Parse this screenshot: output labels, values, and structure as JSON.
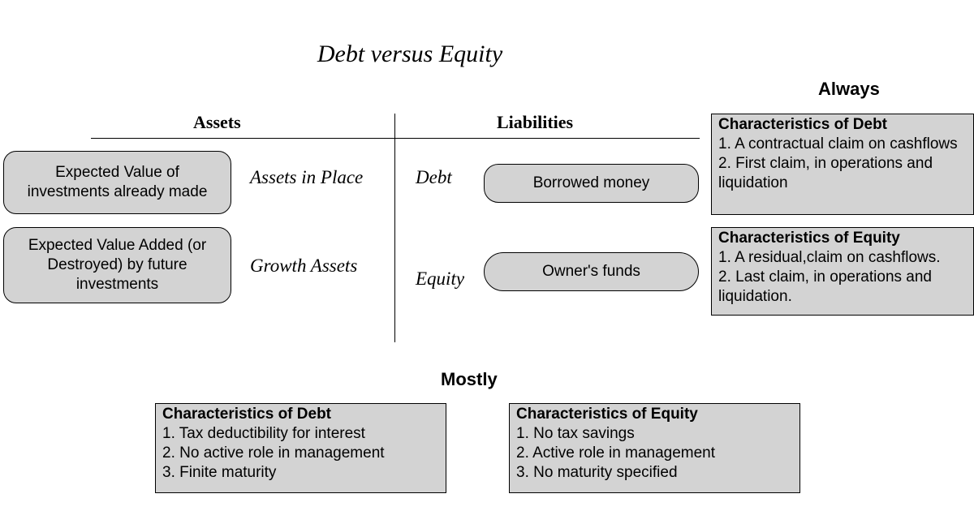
{
  "title": "Debt versus Equity",
  "balance_sheet": {
    "assets_header": "Assets",
    "liabilities_header": "Liabilities",
    "asset_rows": [
      {
        "pill": "Expected Value of investments already made",
        "label": "Assets in Place"
      },
      {
        "pill": "Expected Value Added (or Destroyed) by future investments",
        "label": "Growth Assets"
      }
    ],
    "liability_rows": [
      {
        "label": "Debt",
        "pill": "Borrowed money"
      },
      {
        "label": "Equity",
        "pill": "Owner's funds"
      }
    ]
  },
  "always": {
    "heading": "Always",
    "debt": {
      "title": "Characteristics of Debt",
      "items": [
        "1. A contractual claim on cashflows",
        "2. First claim, in operations and",
        "liquidation"
      ]
    },
    "equity": {
      "title": "Characteristics of Equity",
      "items": [
        "1. A residual,claim on cashflows.",
        "2. Last claim, in operations and",
        "liquidation."
      ]
    }
  },
  "mostly": {
    "heading": "Mostly",
    "debt": {
      "title": "Characteristics of Debt",
      "items": [
        "1. Tax deductibility for interest",
        "2. No active role in management",
        "3. Finite maturity"
      ]
    },
    "equity": {
      "title": "Characteristics of Equity",
      "items": [
        "1. No tax savings",
        "2. Active role in management",
        "3. No maturity specified"
      ]
    }
  }
}
